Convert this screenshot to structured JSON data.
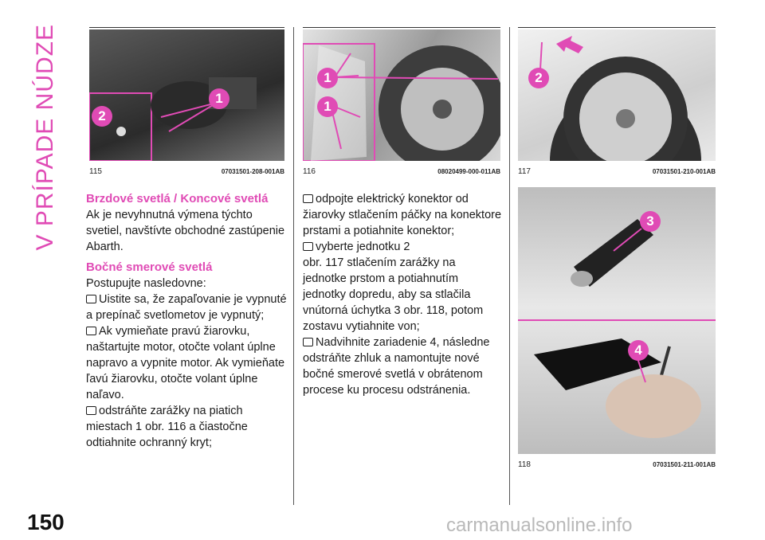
{
  "section_tab": "V PRÍPADE NÚDZE",
  "page_number": "150",
  "watermark": "carmanualsonline.info",
  "figures": [
    {
      "number": "115",
      "code": "07031501-208-001AB",
      "callouts": [
        "1",
        "2"
      ]
    },
    {
      "number": "116",
      "code": "08020499-000-011AB",
      "callouts": [
        "1",
        "1"
      ]
    },
    {
      "number": "117",
      "code": "07031501-210-001AB",
      "callouts": [
        "2"
      ]
    },
    {
      "number": "118",
      "code": "07031501-211-001AB",
      "callouts": [
        "3",
        "4"
      ]
    }
  ],
  "column1": {
    "heading1": "Brzdové svetlá / Koncové svetlá",
    "para1": "Ak je nevyhnutná výmena týchto svetiel, navštívte obchodné zastúpenie Abarth.",
    "heading2": "Bočné smerové svetlá",
    "intro": "Postupujte nasledovne:",
    "step1": "Uistite sa, že zapaľovanie je vypnuté a prepínač svetlometov je vypnutý;",
    "step2": "Ak vymieňate pravú žiarovku, naštartujte motor, otočte volant úplne napravo a vypnite motor. Ak vymieňate ľavú žiarovku, otočte volant úplne naľavo.",
    "step3": "odstráňte zarážky na piatich miestach 1 obr. 116 a čiastočne odtiahnite ochranný kryt;"
  },
  "column2": {
    "step4": "odpojte elektrický konektor od žiarovky stlačením páčky na konektore prstami a potiahnite konektor;",
    "step5": "vyberte jednotku 2",
    "step5_cont": "obr. 117 stlačením zarážky na jednotke prstom a potiahnutím jednotky dopredu, aby sa stlačila vnútorná úchytka 3 obr. 118, potom zostavu vytiahnite von;",
    "step6": "Nadvihnite zariadenie 4, následne odstráňte zhluk a namontujte nové bočné smerové svetlá v obrátenom procese ku procesu odstránenia."
  },
  "colors": {
    "accent": "#e04bb5",
    "text": "#1a1a1a"
  }
}
